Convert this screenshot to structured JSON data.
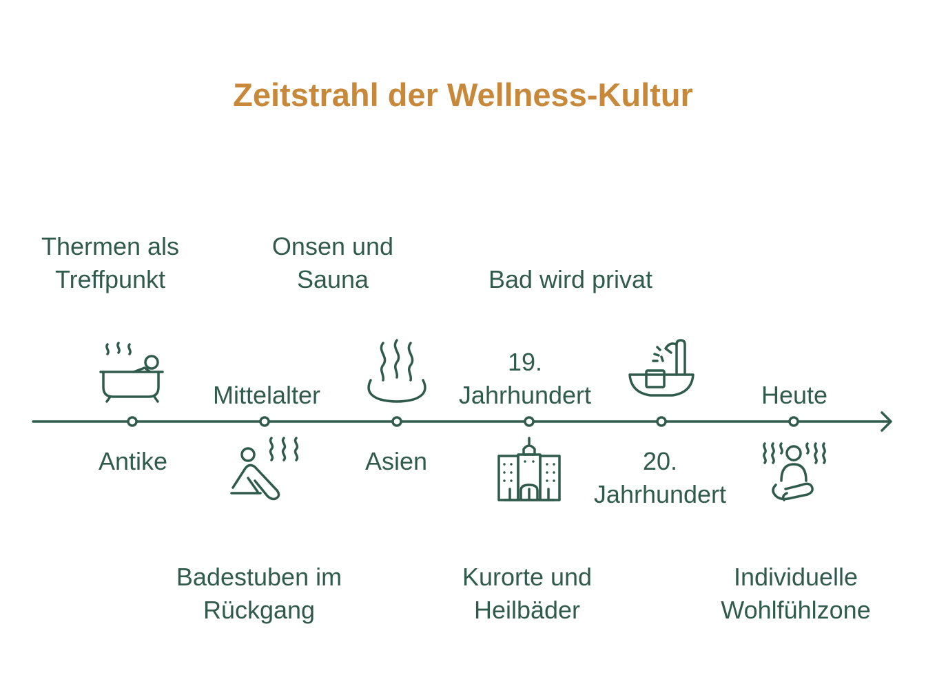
{
  "title": "Zeitstrahl der Wellness-Kultur",
  "colors": {
    "title": "#c8883a",
    "primary": "#2f5a4c",
    "background": "#ffffff"
  },
  "timeline": [
    {
      "era": "Antike",
      "description": "Thermen als Treffpunkt",
      "description_lines": [
        "Thermen als",
        "Treffpunkt"
      ],
      "icon": "bathtub-icon"
    },
    {
      "era": "Mittelalter",
      "description": "Badestuben im Rückgang",
      "description_lines": [
        "Badestuben im",
        "Rückgang"
      ],
      "icon": "bathhouse-person-icon"
    },
    {
      "era": "Asien",
      "description": "Onsen und Sauna",
      "description_lines": [
        "Onsen und",
        "Sauna"
      ],
      "icon": "hot-spring-icon"
    },
    {
      "era": "19. Jahrhundert",
      "era_lines": [
        "19.",
        "Jahrhundert"
      ],
      "description": "Kurorte und Heilbäder",
      "description_lines": [
        "Kurorte und",
        "Heilbäder"
      ],
      "icon": "spa-resort-building-icon"
    },
    {
      "era": "20. Jahrhundert",
      "era_lines": [
        "20.",
        "Jahrhundert"
      ],
      "description": "Bad wird privat",
      "description_lines": [
        "Bad wird privat"
      ],
      "icon": "shower-icon"
    },
    {
      "era": "Heute",
      "description": "Individuelle Wohlfühlzone",
      "description_lines": [
        "Individuelle",
        "Wohlfühlzone"
      ],
      "icon": "relaxing-person-icon"
    }
  ]
}
